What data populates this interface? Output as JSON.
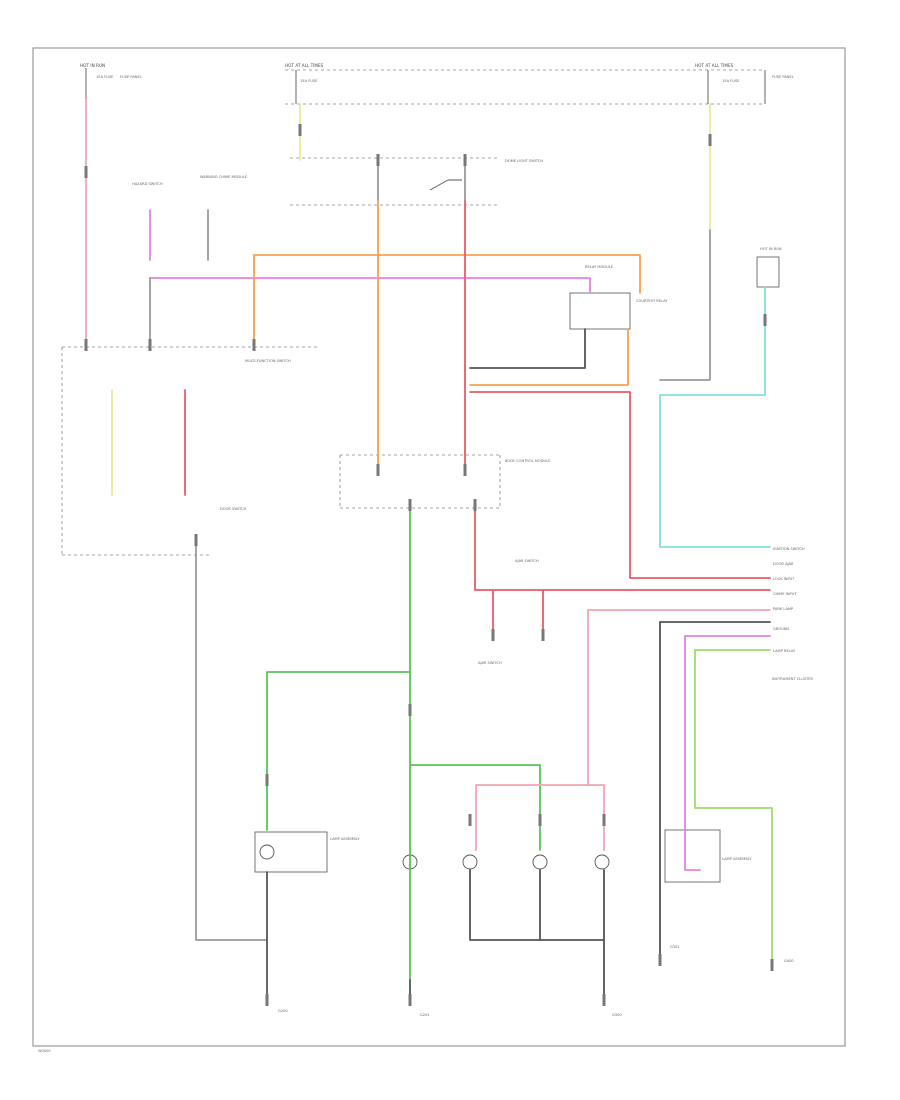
{
  "colors": {
    "pink": "#f3a4b4",
    "red": "#ea5a6a",
    "orange": "#f7a24e",
    "magenta": "#e283e2",
    "green": "#59c259",
    "lightgreen": "#9ede68",
    "cyan": "#86dede",
    "yellow": "#eaea9a",
    "grey": "#9a9a9a",
    "black": "#555555",
    "frame": "#9a9a9a"
  },
  "labels": {
    "hot_in_run": "HOT IN RUN",
    "fuse_top_left": "15A FUSE",
    "fuse_right": "15A FUSE",
    "hot_at_all_times_1": "HOT AT ALL TIMES",
    "hot_at_all_times_2": "HOT AT ALL TIMES",
    "fuse_panel": "FUSE PANEL",
    "dome_light_switch": "DOME LIGHT SWITCH",
    "courtesy_relay": "COURTESY RELAY",
    "hazard_switch": "HAZARD SWITCH",
    "warning_chime": "WARNING CHIME MODULE",
    "ajar_switch": "AJAR SWITCH",
    "door_switch": "DOOR SWITCH",
    "relay_module": "RELAY MODULE",
    "body_control": "BODY CONTROL MODULE",
    "multifunction": "MULTI-FUNCTION SWITCH",
    "lamp_left": "LAMP ASSEMBLY",
    "lamp_right": "LAMP ASSEMBLY",
    "inst_cluster": "INSTRUMENT CLUSTER",
    "ground_1": "G200",
    "ground_2": "G201",
    "ground_3": "G300",
    "ground_4": "G301",
    "ground_5": "G400",
    "bottom_left_id": "W0000"
  },
  "connector_labels": [
    "IGNITION SWITCH",
    "DOOR AJAR",
    "LOCK INPUT",
    "CHIME INPUT",
    "PARK LAMP",
    "GROUND",
    "LAMP RELAY"
  ]
}
